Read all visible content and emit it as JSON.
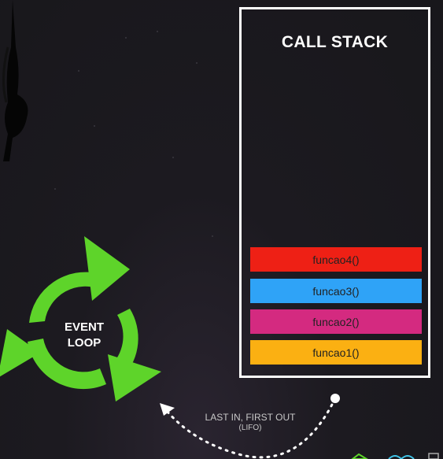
{
  "call_stack": {
    "title": "CALL STACK",
    "frames": [
      {
        "label": "funcao4()",
        "color": "#ee2015"
      },
      {
        "label": "funcao3()",
        "color": "#2fa3f7"
      },
      {
        "label": "funcao2()",
        "color": "#d42a80"
      },
      {
        "label": "funcao1()",
        "color": "#fbb012"
      }
    ]
  },
  "event_loop": {
    "line1": "EVENT",
    "line2": "LOOP",
    "arrow_color": "#5ed42a",
    "icon": "recycle-arrows-icon"
  },
  "lifo": {
    "line1": "LAST IN, FIRST OUT",
    "line2": "(LIFO)"
  }
}
